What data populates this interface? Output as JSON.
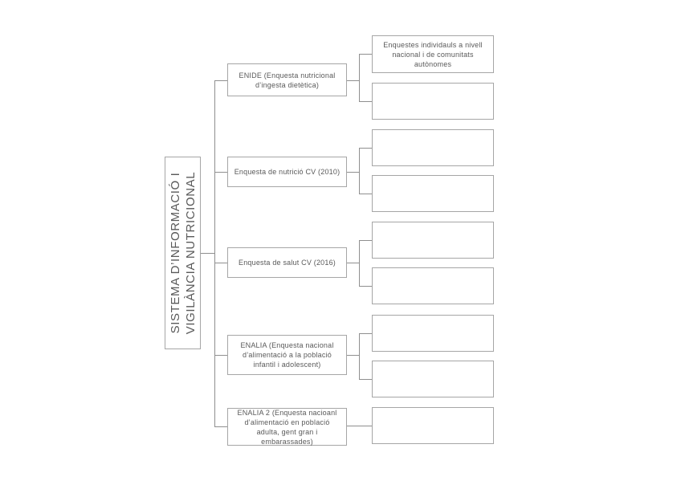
{
  "diagram": {
    "title": "Sistema d'informació i vigilància nutricional",
    "colors": {
      "box_border": "#a6a6a6",
      "connector_line": "#8f8f8f",
      "text": "#595959",
      "background": "#ffffff"
    },
    "root": {
      "line1": "SISTEMA D’INFORMACIÓ I",
      "line2": "VIGILÀNCIA NUTRICIONAL"
    },
    "surveys": [
      {
        "label": "ENIDE (Enquesta nutricional d’ingesta dietètica)"
      },
      {
        "label": "Enquesta de nutrició CV (2010)"
      },
      {
        "label": "Enquesta de salut CV (2016)"
      },
      {
        "label": "ENALIA (Enquesta nacional d’alimentació a la població infantil i adolescent)"
      },
      {
        "label": "ENALIA 2 (Enquesta nacioanl d’alimentació en població adulta, gent gran i embarassades)"
      }
    ],
    "results": [
      {
        "label": "Enquestes individauls a nivell nacional i de comunitats autònomes"
      },
      {
        "label": ""
      },
      {
        "label": ""
      },
      {
        "label": ""
      },
      {
        "label": ""
      },
      {
        "label": ""
      },
      {
        "label": ""
      },
      {
        "label": ""
      },
      {
        "label": ""
      }
    ]
  }
}
